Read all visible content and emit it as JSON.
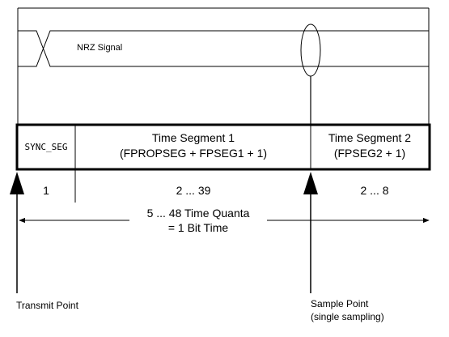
{
  "signal": {
    "label": "NRZ Signal"
  },
  "segments": {
    "sync": {
      "name": "SYNC_SEG",
      "quanta": "1"
    },
    "seg1": {
      "line1": "Time Segment 1",
      "line2": "(FPROPSEG + FPSEG1 + 1)",
      "quanta": "2 ... 39"
    },
    "seg2": {
      "line1": "Time Segment 2",
      "line2": "(FPSEG2 + 1)",
      "quanta": "2 ... 8"
    }
  },
  "bit_time": {
    "line1": "5 ... 48 Time Quanta",
    "line2": "= 1 Bit Time"
  },
  "points": {
    "transmit": {
      "label": "Transmit Point"
    },
    "sample": {
      "line1": "Sample Point",
      "line2": "(single sampling)"
    }
  },
  "colors": {
    "stroke": "#000000",
    "background": "#ffffff"
  }
}
